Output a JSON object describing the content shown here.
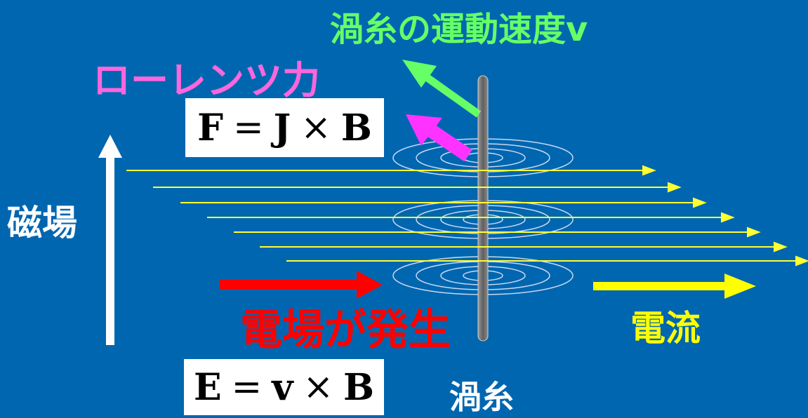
{
  "labels": {
    "velocity": "渦糸の運動速度v",
    "lorentz": "ローレンツ力",
    "magnetic_field": "磁場",
    "electric_field_generated": "電場が発生",
    "current": "電流",
    "vortex": "渦糸"
  },
  "equations": {
    "force": {
      "lhs": "F",
      "op1": "=",
      "a": "J",
      "op2": "×",
      "b": "B"
    },
    "electric": {
      "lhs": "E",
      "op1": "=",
      "a": "v",
      "op2": "×",
      "b": "B"
    }
  },
  "colors": {
    "background": "#0066b0",
    "velocity": "#66ff66",
    "lorentz": "#ff66dd",
    "lorentz_arrow": "#ff33ff",
    "magnetic_field": "#ffffff",
    "electric_field": "#ff0000",
    "current": "#ffff00",
    "vortex": "#ffffff",
    "vortex_rod": "#7f7f7f",
    "current_lines": "#ffff33",
    "circles": "#c8d8f0"
  }
}
